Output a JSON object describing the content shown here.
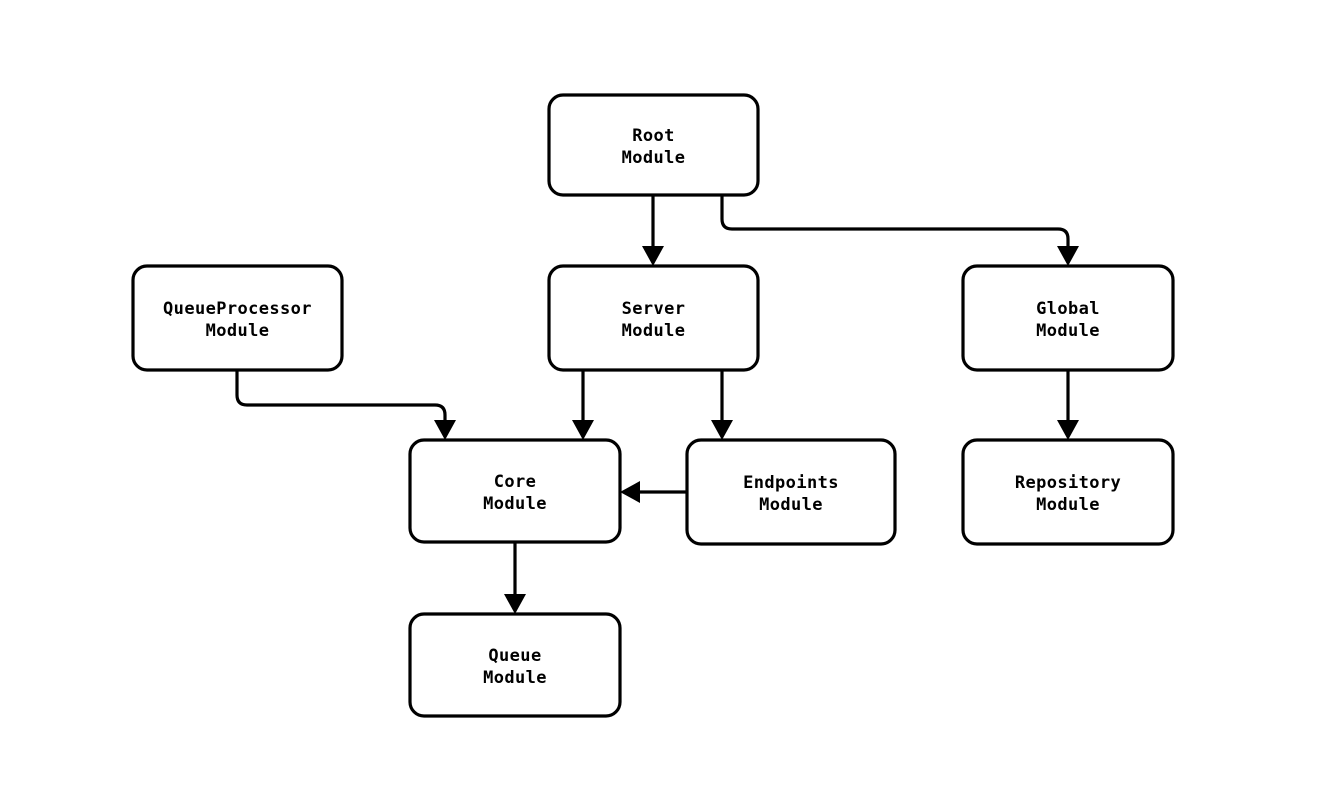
{
  "diagram": {
    "type": "module-dependency-flowchart",
    "background_color": "#ffffff",
    "line_color": "#000000",
    "node_fill": "#ffffff",
    "nodes": [
      {
        "id": "root",
        "line1": "Root",
        "line2": "Module"
      },
      {
        "id": "queueprocessor",
        "line1": "QueueProcessor",
        "line2": "Module"
      },
      {
        "id": "server",
        "line1": "Server",
        "line2": "Module"
      },
      {
        "id": "global",
        "line1": "Global",
        "line2": "Module"
      },
      {
        "id": "core",
        "line1": "Core",
        "line2": "Module"
      },
      {
        "id": "endpoints",
        "line1": "Endpoints",
        "line2": "Module"
      },
      {
        "id": "repository",
        "line1": "Repository",
        "line2": "Module"
      },
      {
        "id": "queue",
        "line1": "Queue",
        "line2": "Module"
      }
    ],
    "edges": [
      {
        "from": "root",
        "to": "server"
      },
      {
        "from": "root",
        "to": "global"
      },
      {
        "from": "server",
        "to": "core"
      },
      {
        "from": "server",
        "to": "endpoints"
      },
      {
        "from": "queueprocessor",
        "to": "core"
      },
      {
        "from": "endpoints",
        "to": "core"
      },
      {
        "from": "global",
        "to": "repository"
      },
      {
        "from": "core",
        "to": "queue"
      }
    ]
  }
}
